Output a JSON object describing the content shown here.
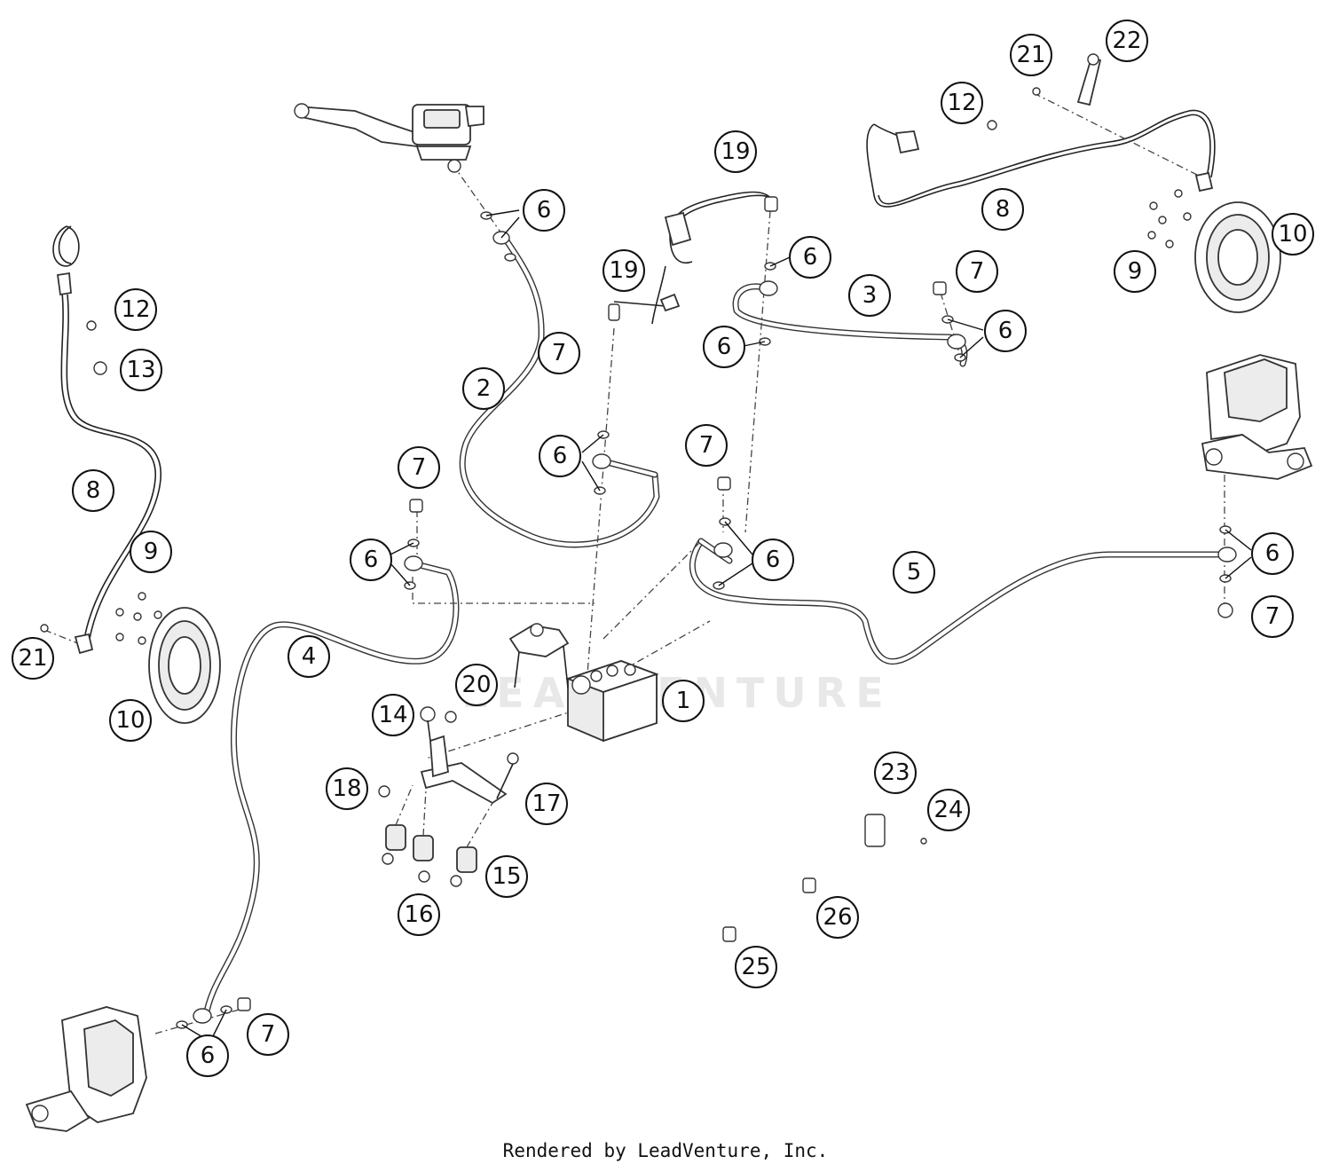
{
  "watermark": "LEADVENTURE",
  "footer": "Rendered by LeadVenture, Inc.",
  "callouts": [
    {
      "label": "1"
    },
    {
      "label": "2"
    },
    {
      "label": "3"
    },
    {
      "label": "4"
    },
    {
      "label": "5"
    },
    {
      "label": "6"
    },
    {
      "label": "6"
    },
    {
      "label": "6"
    },
    {
      "label": "6"
    },
    {
      "label": "6"
    },
    {
      "label": "6"
    },
    {
      "label": "6"
    },
    {
      "label": "6"
    },
    {
      "label": "6"
    },
    {
      "label": "7"
    },
    {
      "label": "7"
    },
    {
      "label": "7"
    },
    {
      "label": "7"
    },
    {
      "label": "7"
    },
    {
      "label": "7"
    },
    {
      "label": "8"
    },
    {
      "label": "8"
    },
    {
      "label": "9"
    },
    {
      "label": "9"
    },
    {
      "label": "10"
    },
    {
      "label": "10"
    },
    {
      "label": "12"
    },
    {
      "label": "12"
    },
    {
      "label": "13"
    },
    {
      "label": "14"
    },
    {
      "label": "15"
    },
    {
      "label": "16"
    },
    {
      "label": "17"
    },
    {
      "label": "18"
    },
    {
      "label": "19"
    },
    {
      "label": "19"
    },
    {
      "label": "20"
    },
    {
      "label": "21"
    },
    {
      "label": "21"
    },
    {
      "label": "22"
    },
    {
      "label": "23"
    },
    {
      "label": "24"
    },
    {
      "label": "25"
    },
    {
      "label": "26"
    }
  ]
}
